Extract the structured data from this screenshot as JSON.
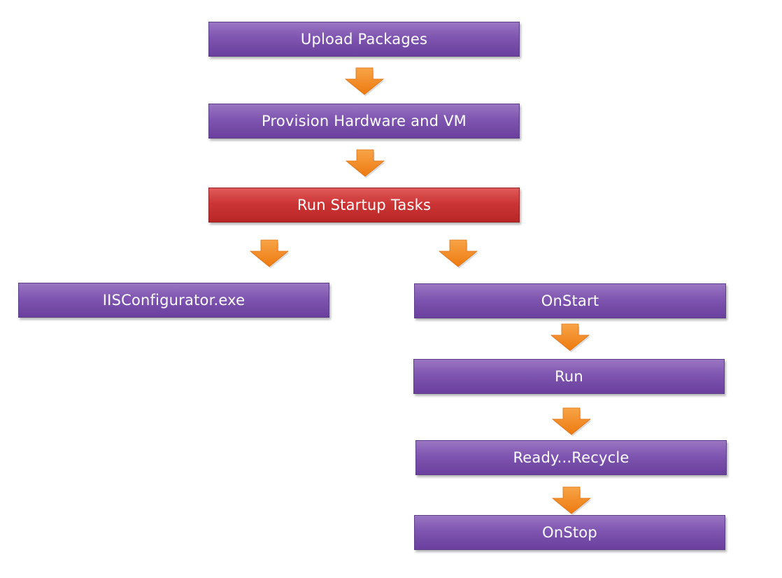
{
  "diagram": {
    "steps": {
      "upload": "Upload Packages",
      "provision": "Provision Hardware and VM",
      "startup": "Run Startup Tasks",
      "iis": "IISConfigurator.exe",
      "onstart": "OnStart",
      "run": "Run",
      "ready": "Ready...Recycle",
      "onstop": "OnStop"
    },
    "colors": {
      "step_fill": "#7b52ad",
      "highlight_fill": "#c83232",
      "arrow_fill": "#f28a1e",
      "text": "#ffffff"
    },
    "icons": {
      "connector": "down-arrow-icon"
    }
  }
}
